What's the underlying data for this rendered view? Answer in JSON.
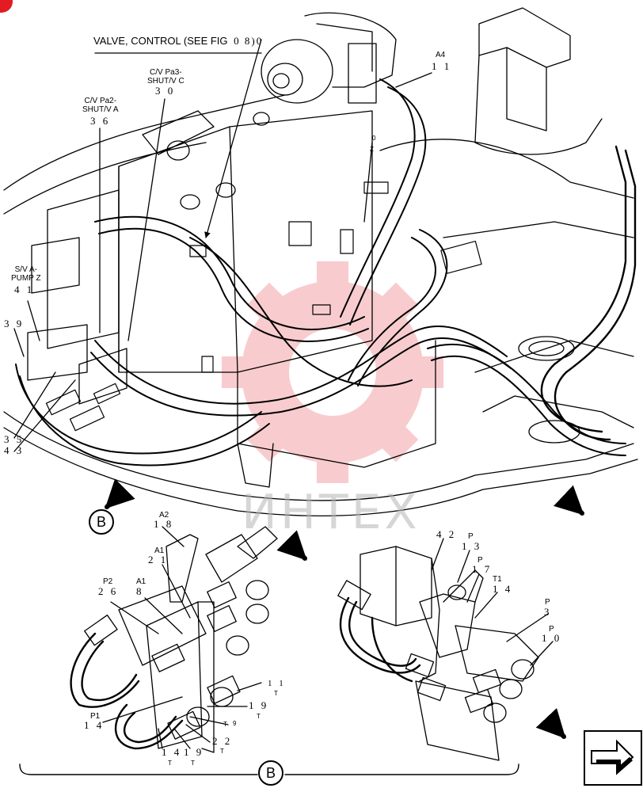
{
  "figure": {
    "ref_title": "VALVE, CONTROL (SEE FIG",
    "ref_num": "0 8)0",
    "view_marker": "B",
    "bottom_marker": "B",
    "watermark_text": "ИНТЕХ"
  },
  "callouts": [
    {
      "id": "a4",
      "label": "A4",
      "num": "1 1"
    },
    {
      "id": "pa3",
      "label": "C/V Pa3-\nSHUT/V C",
      "num": "3 0"
    },
    {
      "id": "pa2",
      "label": "C/V Pa2-\nSHUT/V A",
      "num": "3 6"
    },
    {
      "id": "sva",
      "label": "S/V A-\nPUMP Z",
      "num": "4 1"
    },
    {
      "id": "c39",
      "label": "",
      "num": "3 9"
    },
    {
      "id": "c35",
      "label": "",
      "num": "3 5"
    },
    {
      "id": "c43",
      "label": "",
      "num": "4 3"
    },
    {
      "id": "z",
      "label": "Z",
      "num": "0"
    }
  ],
  "detail_left": [
    {
      "id": "a2",
      "label": "A2",
      "num": "1 8"
    },
    {
      "id": "a1a",
      "label": "A1",
      "num": "2 1"
    },
    {
      "id": "p2",
      "label": "P2",
      "num": "2 6"
    },
    {
      "id": "a1b",
      "label": "A1",
      "num": "8"
    },
    {
      "id": "p1",
      "label": "P1",
      "num": "1 4"
    },
    {
      "id": "t11",
      "label": "T",
      "num": "1 1"
    },
    {
      "id": "t19a",
      "label": "T",
      "num": "1 9"
    },
    {
      "id": "t9",
      "label": "T",
      "num": "9"
    },
    {
      "id": "t22",
      "label": "T",
      "num": "2 2"
    },
    {
      "id": "t14",
      "label": "T",
      "num": "1 4"
    },
    {
      "id": "t19b",
      "label": "T",
      "num": "1 9"
    }
  ],
  "detail_right": [
    {
      "id": "d42",
      "label": "",
      "num": "4 2"
    },
    {
      "id": "p13",
      "label": "P",
      "num": "1 3"
    },
    {
      "id": "p17",
      "label": "P",
      "num": "1 7"
    },
    {
      "id": "t1",
      "label": "T1",
      "num": "1 4"
    },
    {
      "id": "p3",
      "label": "P",
      "num": "3"
    },
    {
      "id": "p10",
      "label": "P",
      "num": "1 0"
    }
  ],
  "colors": {
    "ink": "#000000",
    "watermark": "#f08c8c",
    "corner": "#e31b23"
  }
}
